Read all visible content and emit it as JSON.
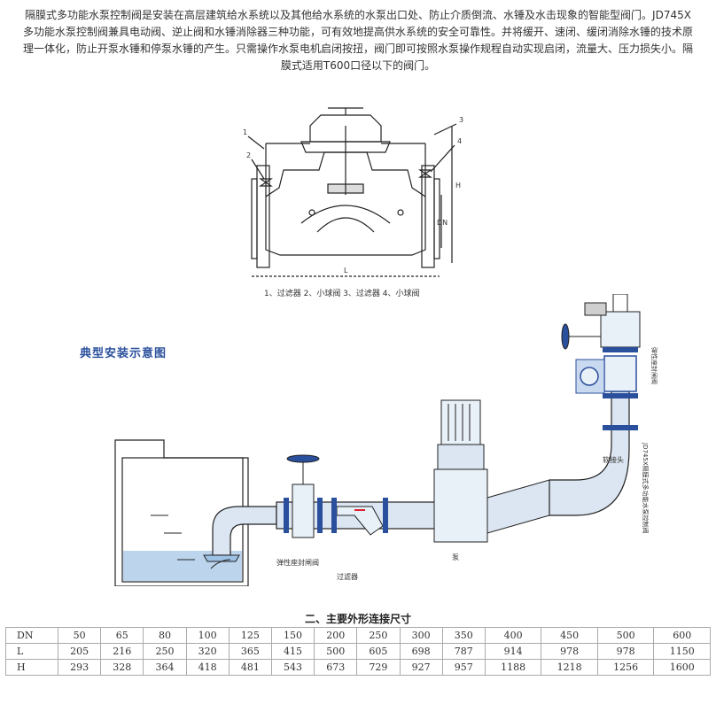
{
  "intro": {
    "lines": [
      "隔膜式多功能水泵控制阀是安装在高层建筑给水系统以及其他给水系统的水泵出口处、防止介质倒流、水锤及水击现象的智能型阀门。JD745X",
      "多功能水泵控制阀兼具电动阀、逆止阀和水锤消除器三种功能，可有效地提高供水系统的安全可靠性。并将缓开、速闭、缓闭消除水锤的技术原",
      "理一体化，防止开泵水锤和停泵水锤的产生。只需操作水泵电机启闭按扭，阀门即可按照水泵操作规程自动实现启闭，流量大、压力损失小。隔",
      "膜式适用T600口径以下的阀门。"
    ]
  },
  "valve_diagram": {
    "legend": "1、过滤器 2、小球阀 3、过滤器 4、小球阀",
    "callouts": [
      "1",
      "2",
      "3",
      "4"
    ],
    "dim_labels": {
      "H": "H",
      "DN": "DN",
      "L": "L"
    }
  },
  "install_diagram": {
    "title": "典型安装示意图",
    "labels": {
      "gate_valve": "弹性座封闸阀",
      "strainer": "过滤器",
      "pump": "泵",
      "reducer": "软接头",
      "control_valve": "JD745X隔膜式多功能水泵控制阀",
      "gate_valve_top": "弹性座封闸阀"
    }
  },
  "dimension_table": {
    "title": "二、主要外形连接尺寸",
    "rows": [
      {
        "label": "DN",
        "values": [
          "50",
          "65",
          "80",
          "100",
          "125",
          "150",
          "200",
          "250",
          "300",
          "350",
          "400",
          "450",
          "500",
          "600"
        ]
      },
      {
        "label": "L",
        "values": [
          "205",
          "216",
          "250",
          "320",
          "365",
          "415",
          "500",
          "605",
          "698",
          "787",
          "914",
          "978",
          "978",
          "1150"
        ]
      },
      {
        "label": "H",
        "values": [
          "293",
          "328",
          "364",
          "418",
          "481",
          "543",
          "673",
          "729",
          "927",
          "957",
          "1188",
          "1218",
          "1256",
          "1600"
        ]
      }
    ]
  }
}
